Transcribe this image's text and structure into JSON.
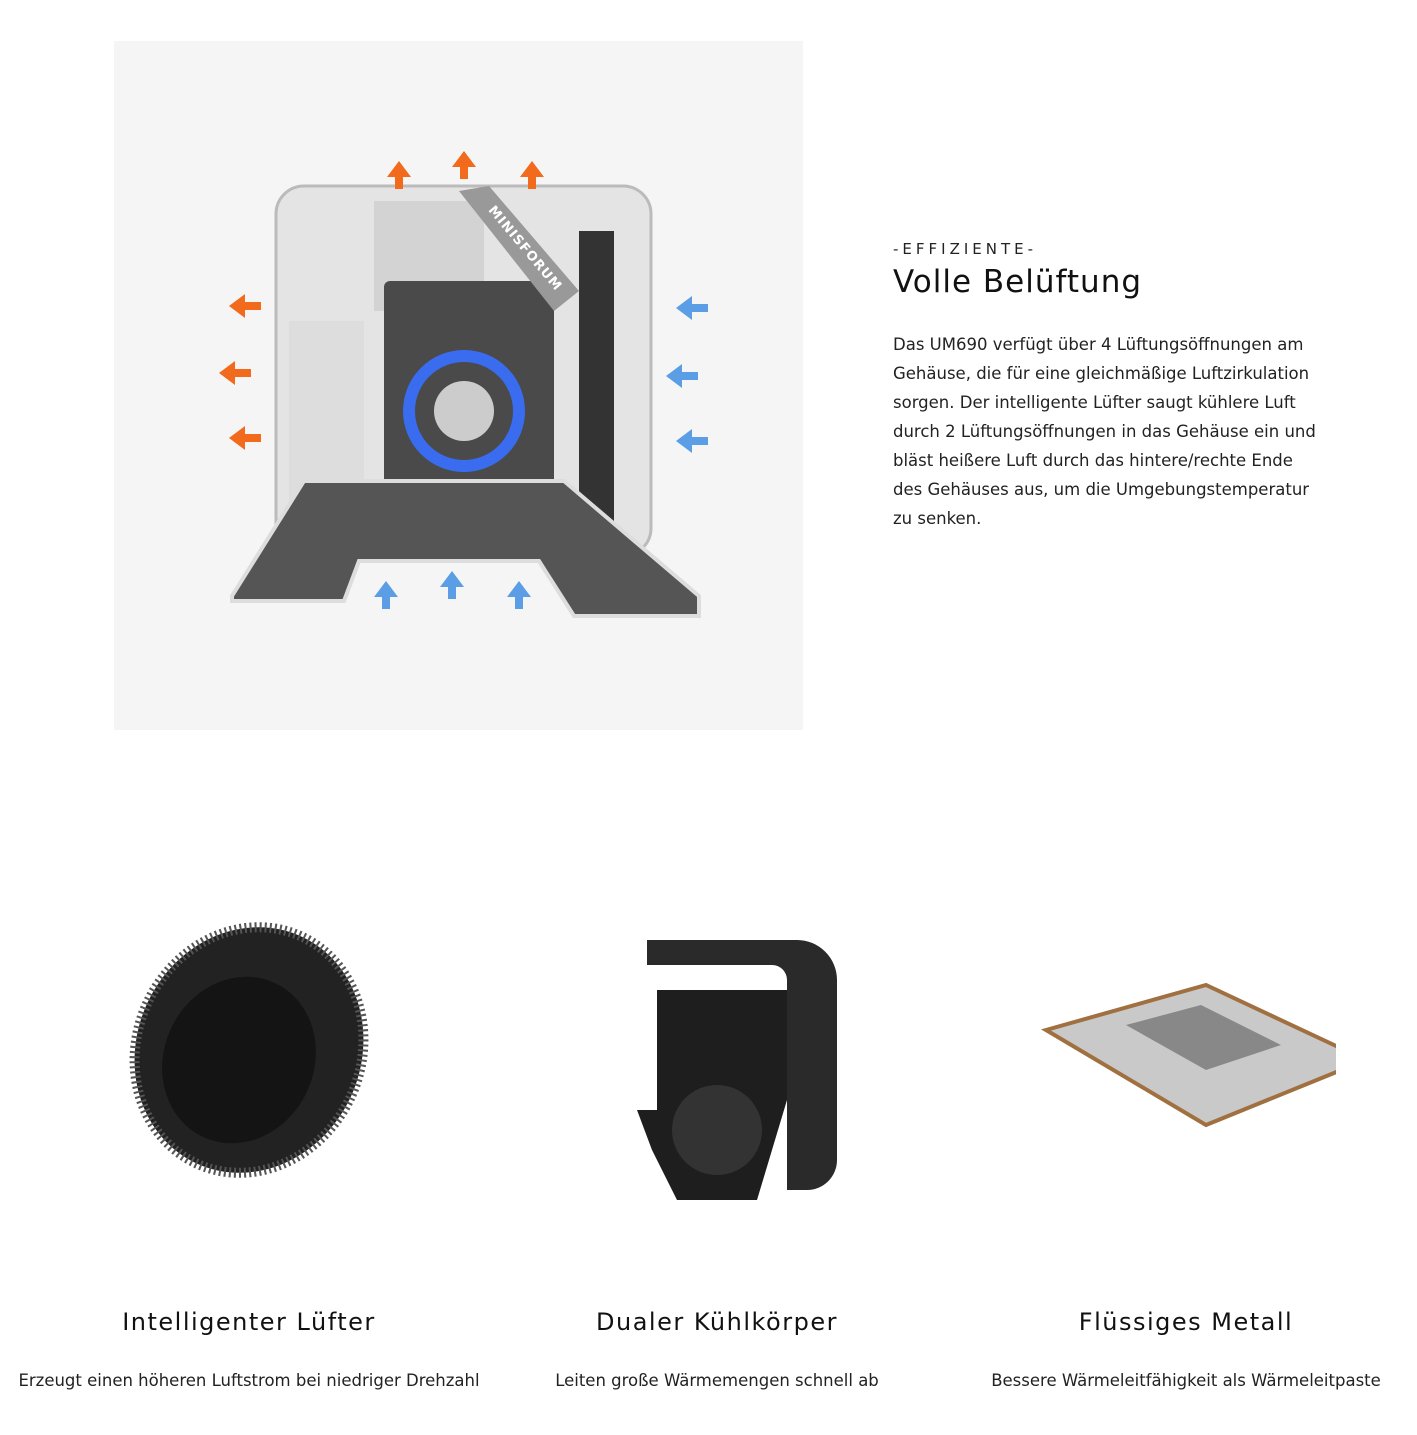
{
  "hero": {
    "image_brand": "MINISFORUM",
    "eyebrow": "-EFFIZIENTE-",
    "title": "Volle Belüftung",
    "body": "Das UM690 verfügt über 4 Lüftungsöffnungen am Gehäuse, die für eine gleichmäßige Luftzirkulation sorgen. Der intelligente Lüfter saugt kühlere Luft durch 2 Lüftungsöffnungen in das Gehäuse ein und bläst heißere Luft durch das hintere/rechte Ende des Gehäuses aus, um die Umgebungstemperatur zu senken."
  },
  "features": [
    {
      "title": "Intelligenter Lüfter",
      "desc": "Erzeugt einen höheren Luftstrom bei niedriger Drehzahl"
    },
    {
      "title": "Dualer Kühlkörper",
      "desc": "Leiten große Wärmemengen schnell ab"
    },
    {
      "title": "Flüssiges Metall",
      "desc": "Bessere Wärmeleitfähigkeit als Wärmeleitpaste"
    }
  ],
  "colors": {
    "hot_arrow": "#f26a1b",
    "cool_arrow": "#5b9ee6",
    "fan_glow": "#3a6cf0"
  }
}
